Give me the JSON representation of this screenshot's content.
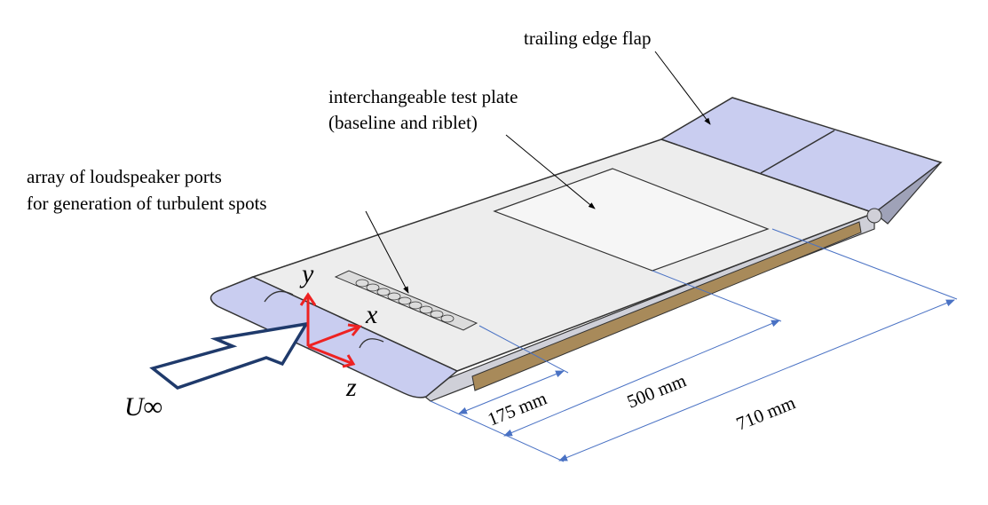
{
  "labels": {
    "flap": "trailing edge flap",
    "plate_line1": "interchangeable test plate",
    "plate_line2": "(baseline and riblet)",
    "ports_line1": "array of loudspeaker ports",
    "ports_line2": "for generation of turbulent spots"
  },
  "axes": {
    "x": "x",
    "y": "y",
    "z": "z",
    "freestream": "U∞"
  },
  "dimensions": [
    "175 mm",
    "500 mm",
    "710 mm"
  ],
  "colors": {
    "nose": "#c9cdf0",
    "plate": "#ececec",
    "strip": "#a88a5a",
    "axes": "#ee2222",
    "dim": "#4a72c4",
    "arrow": "#1f3a6b"
  }
}
